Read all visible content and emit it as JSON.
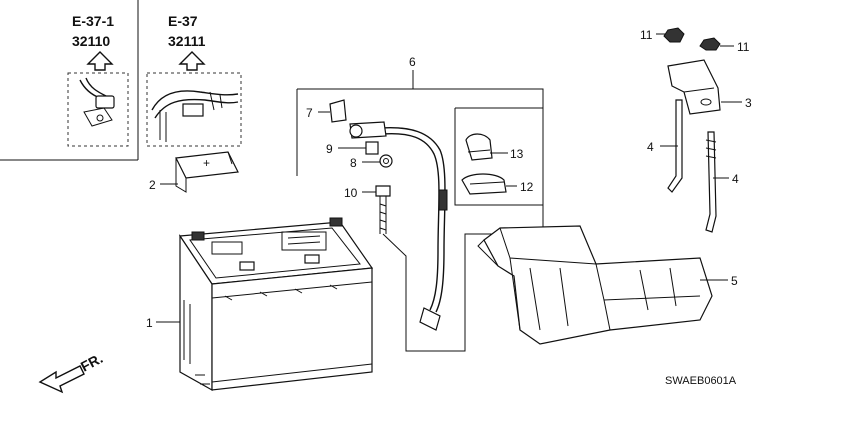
{
  "references": [
    {
      "section": "E-37-1",
      "code": "32110"
    },
    {
      "section": "E-37",
      "code": "32111"
    }
  ],
  "callouts": [
    "1",
    "2",
    "3",
    "4",
    "4",
    "5",
    "6",
    "7",
    "8",
    "9",
    "10",
    "11",
    "11",
    "12",
    "13"
  ],
  "diagram_code": "SWAEB0601A",
  "front_label": "FR."
}
